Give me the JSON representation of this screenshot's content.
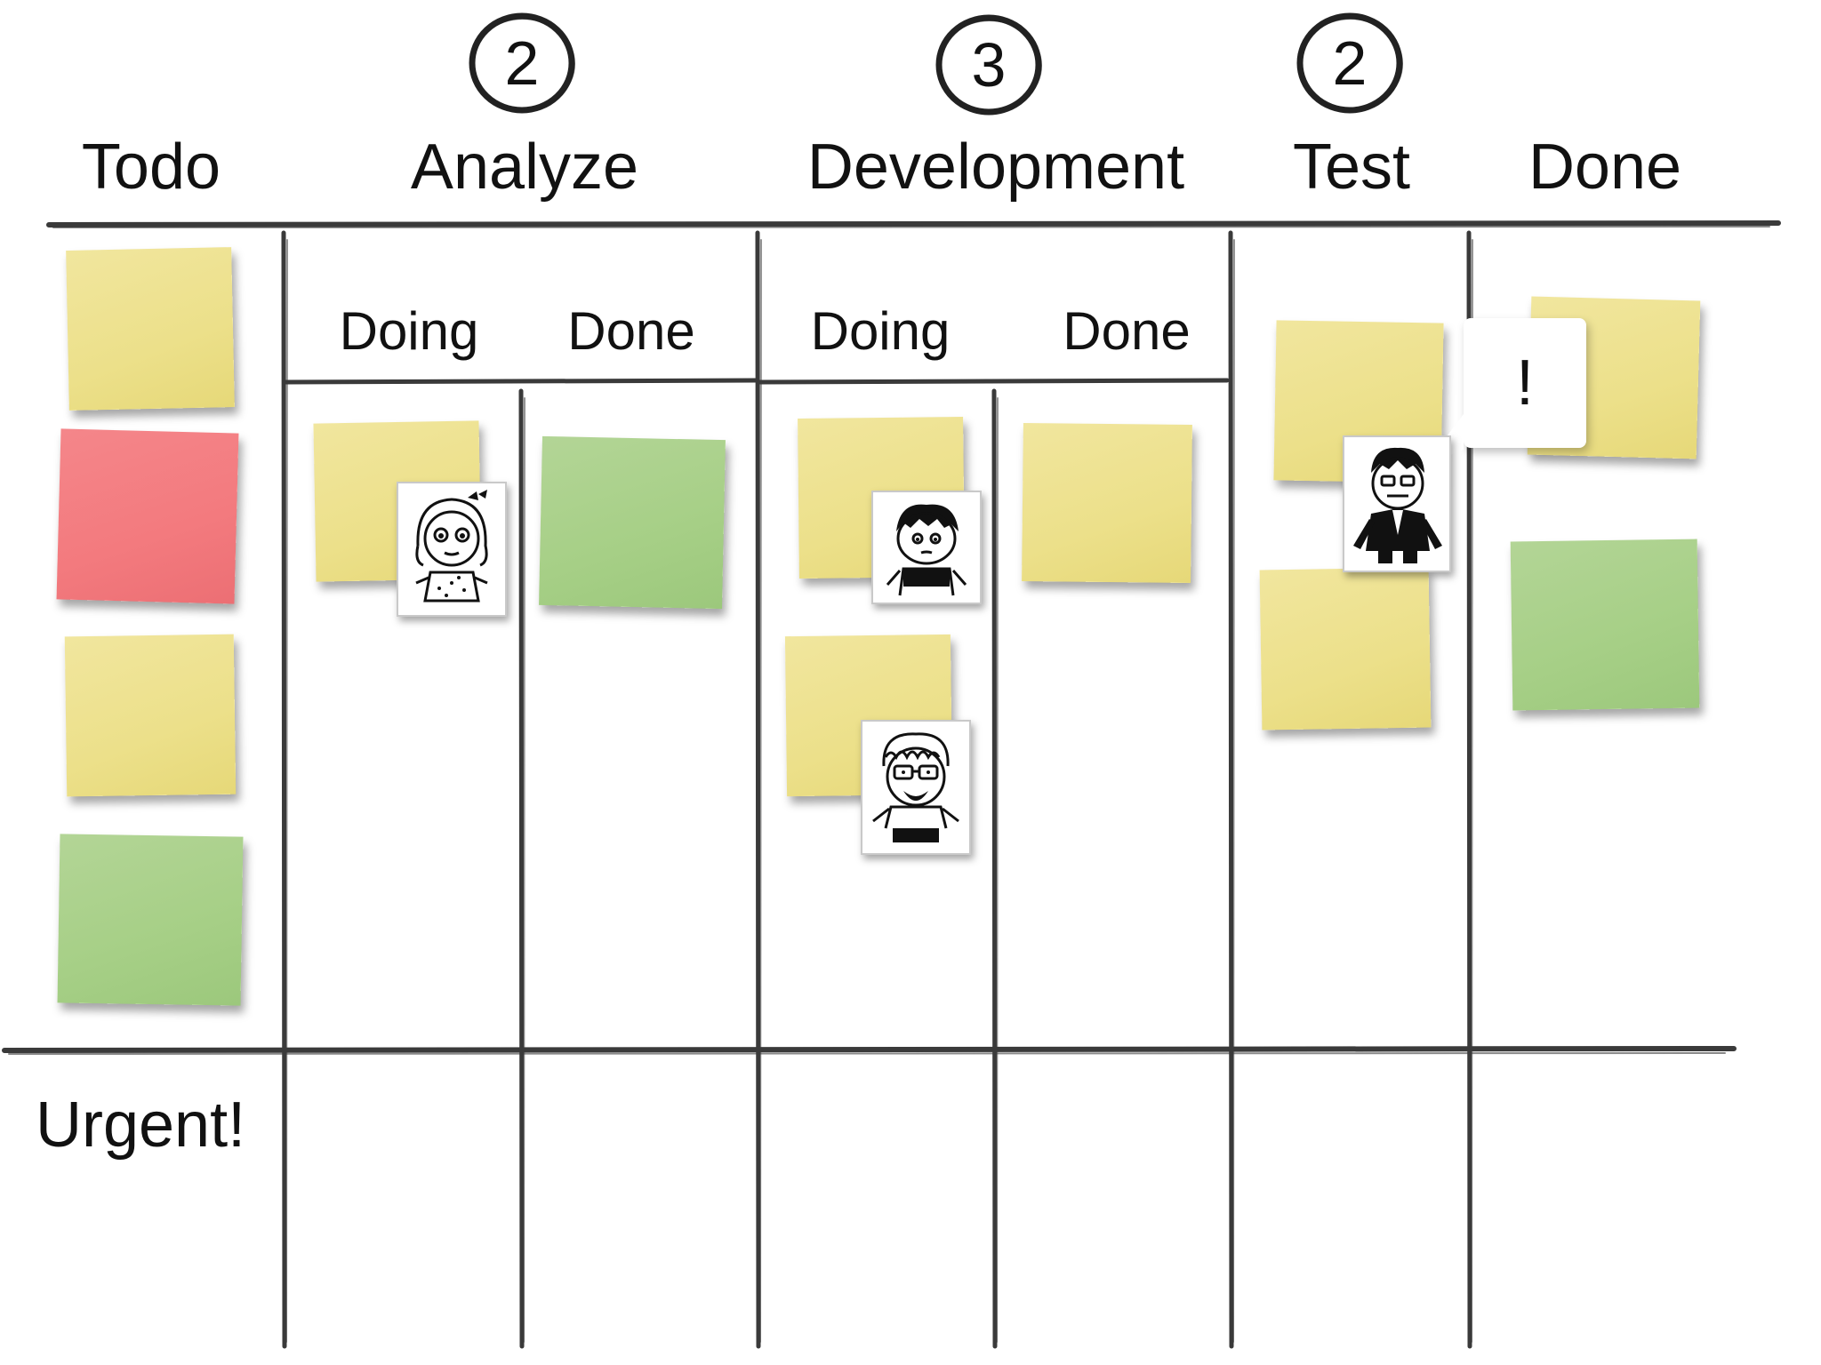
{
  "board": {
    "columns": [
      {
        "id": "todo",
        "title": "Todo"
      },
      {
        "id": "analyze",
        "title": "Analyze",
        "wip_limit": "2",
        "subcolumns": [
          "Doing",
          "Done"
        ]
      },
      {
        "id": "development",
        "title": "Development",
        "wip_limit": "3",
        "subcolumns": [
          "Doing",
          "Done"
        ]
      },
      {
        "id": "test",
        "title": "Test",
        "wip_limit": "2"
      },
      {
        "id": "done",
        "title": "Done"
      }
    ],
    "swimlane": {
      "label": "Urgent!"
    },
    "blocker": {
      "text": "!"
    }
  },
  "notes": {
    "todo": [
      "yellow",
      "red",
      "yellow",
      "green"
    ],
    "analyze_doing": [
      "yellow"
    ],
    "analyze_done": [
      "green"
    ],
    "development_doing": [
      "yellow",
      "yellow"
    ],
    "development_done": [
      "yellow"
    ],
    "test": [
      "yellow",
      "yellow"
    ],
    "done": [
      "yellow",
      "green"
    ]
  },
  "colors": {
    "yellow": "#ece08a",
    "green": "#a6cf86",
    "red": "#f37a7e",
    "line": "#3a3a3a"
  },
  "avatars": [
    {
      "name": "girl-with-bow",
      "on": "analyze_doing"
    },
    {
      "name": "boy-with-messy-hair",
      "on": "development_doing"
    },
    {
      "name": "man-with-glasses-and-beard",
      "on": "development_doing"
    },
    {
      "name": "man-in-suit",
      "on": "test",
      "blocked": true
    }
  ]
}
